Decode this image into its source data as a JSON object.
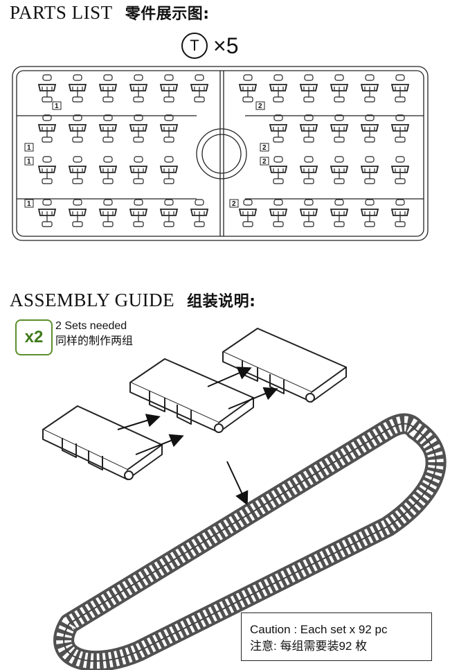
{
  "parts_list": {
    "title": "PARTS LIST",
    "title_cn": "零件展示图:",
    "sprue_code": "T",
    "quantity": "×5",
    "gate_numbers": [
      "1",
      "2",
      "1",
      "2",
      "1",
      "2",
      "1",
      "2"
    ]
  },
  "assembly_guide": {
    "title": "ASSEMBLY GUIDE",
    "title_cn": "组装说明:",
    "sets_badge": "x2",
    "sets_en": "2 Sets needed",
    "sets_cn": "同样的制作两组"
  },
  "caution": {
    "line_en": "Caution : Each set x 92 pc",
    "line_cn": "注意: 每组需要装92 枚"
  }
}
